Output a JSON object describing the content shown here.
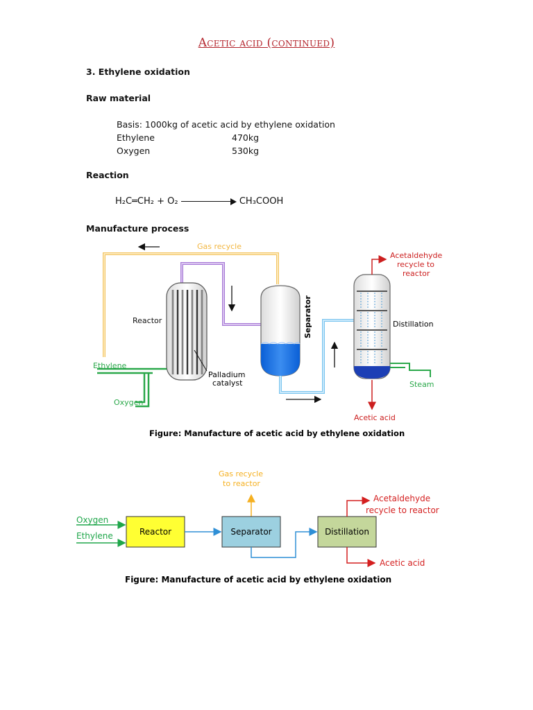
{
  "page": {
    "title": "Acetic acid (continued)",
    "section": "3. Ethylene oxidation",
    "raw_material_heading": "Raw material",
    "basis": "Basis: 1000kg of acetic acid by ethylene oxidation",
    "materials": [
      {
        "name": "Ethylene",
        "amount": "470kg"
      },
      {
        "name": "Oxygen",
        "amount": "530kg"
      }
    ],
    "reaction_heading": "Reaction",
    "reaction": {
      "lhs": "H₂C═CH₂ + O₂",
      "rhs": "CH₃COOH"
    },
    "process_heading": "Manufacture process"
  },
  "figure1": {
    "labels": {
      "gas_recycle": "Gas recycle",
      "reactor": "Reactor",
      "separator": "Separator",
      "distillation": "Distillation",
      "acetaldehyde": [
        "Acetaldehyde",
        "recycle to",
        "reactor"
      ],
      "ethylene": "Ethylene",
      "oxygen": "Oxygen",
      "palladium": [
        "Palladium",
        "catalyst"
      ],
      "steam": "Steam",
      "acetic_acid": "Acetic acid"
    },
    "caption": "Figure: Manufacture of acetic acid by ethylene oxidation",
    "colors": {
      "gas": "#f2c462",
      "feed": "#2aa84a",
      "product": "#cc1f1f",
      "liquid": "#1e6fe0",
      "vapor": "#a779d6"
    }
  },
  "figure2": {
    "inputs": [
      "Oxygen",
      "Ethylene"
    ],
    "boxes": {
      "reactor": "Reactor",
      "separator": "Separator",
      "distillation": "Distillation"
    },
    "gas_recycle": [
      "Gas recycle",
      "to reactor"
    ],
    "acetaldehyde": [
      "Acetaldehyde",
      "recycle to reactor"
    ],
    "acetic_acid": "Acetic acid",
    "caption": "Figure: Manufacture of acetic acid by ethylene oxidation",
    "colors": {
      "reactor": "#ffff33",
      "separator": "#9cd0e0",
      "distillation": "#c4d79b",
      "feed": "#1fa64a",
      "gas": "#f5b021",
      "product": "#d41f1f",
      "link": "#2f8fd6"
    }
  }
}
